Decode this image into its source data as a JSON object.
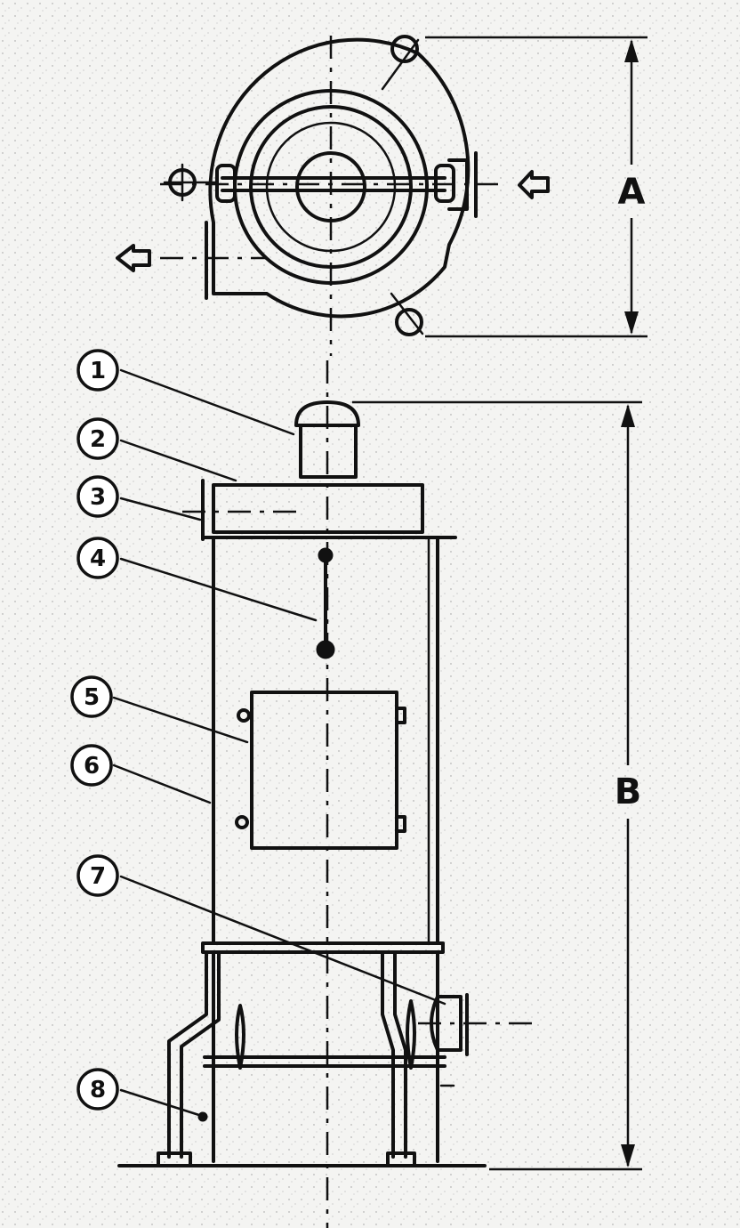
{
  "diagram": {
    "callouts": [
      {
        "id": "1",
        "label": "1"
      },
      {
        "id": "2",
        "label": "2"
      },
      {
        "id": "3",
        "label": "3"
      },
      {
        "id": "4",
        "label": "4"
      },
      {
        "id": "5",
        "label": "5"
      },
      {
        "id": "6",
        "label": "6"
      },
      {
        "id": "7",
        "label": "7"
      },
      {
        "id": "8",
        "label": "8"
      }
    ],
    "dimensions": {
      "top_view": "A",
      "side_view": "B"
    },
    "colors": {
      "ink": "#111111",
      "paper": "#f4f4f2"
    }
  }
}
